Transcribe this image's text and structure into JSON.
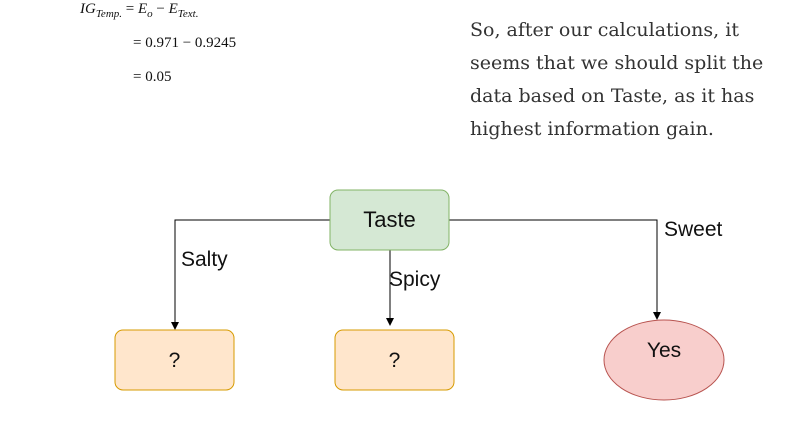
{
  "formula": {
    "lhs_var": "IG",
    "lhs_sub": "Temp.",
    "eq1_a": "E",
    "eq1_a_sub": "o",
    "eq1_b": "E",
    "eq1_b_sub": "Text.",
    "line2": "= 0.971 − 0.9245",
    "line3": "= 0.05"
  },
  "paragraph": {
    "line1": "So, after our calculations, it",
    "line2": "seems that we should split the",
    "line3": "data based on Taste, as it has",
    "line4": "highest information gain."
  },
  "tree": {
    "root": "Taste",
    "edges": {
      "left": "Salty",
      "middle": "Spicy",
      "right": "Sweet"
    },
    "leaves": {
      "left": "?",
      "middle": "?",
      "right": "Yes"
    }
  },
  "colors": {
    "root_fill": "#d5e8d4",
    "root_stroke": "#82b366",
    "unknown_fill": "#ffe6cc",
    "unknown_stroke": "#d79b00",
    "yes_fill": "#f8cecc",
    "yes_stroke": "#b85450"
  }
}
